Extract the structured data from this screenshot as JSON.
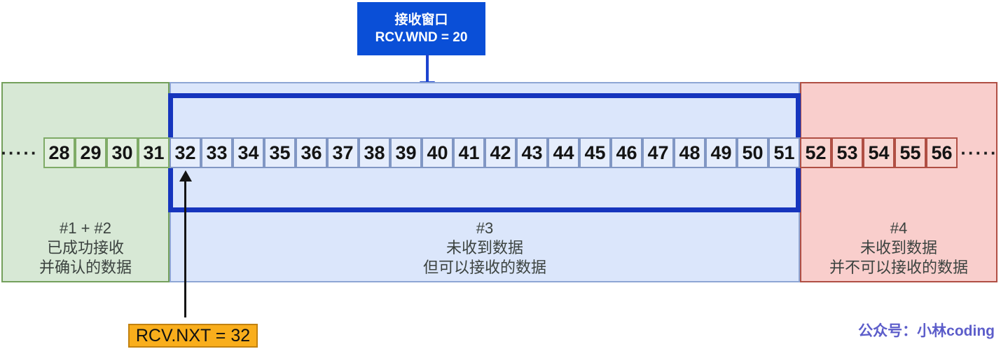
{
  "title_box": {
    "line1": "接收窗口",
    "line2": "RCV.WND = 20"
  },
  "sequence": {
    "segments": [
      {
        "kind": "green",
        "values": [
          "28",
          "29",
          "30",
          "31"
        ]
      },
      {
        "kind": "blue",
        "values": [
          "32",
          "33",
          "34",
          "35",
          "36",
          "37",
          "38",
          "39",
          "40",
          "41",
          "42",
          "43",
          "44",
          "45",
          "46",
          "47",
          "48",
          "49",
          "50",
          "51"
        ]
      },
      {
        "kind": "red",
        "values": [
          "52",
          "53",
          "54",
          "55",
          "56"
        ]
      }
    ],
    "ellipsis_left": "·····",
    "ellipsis_right": "·····"
  },
  "regions": {
    "acked": {
      "tag": "#1 + #2",
      "line2": "已成功接收",
      "line3": "并确认的数据"
    },
    "receivable": {
      "tag": "#3",
      "line2": "未收到数据",
      "line3": "但可以接收的数据"
    },
    "not_receivable": {
      "tag": "#4",
      "line2": "未收到数据",
      "line3": "并不可以接收的数据"
    }
  },
  "pointer_label": "RCV.NXT = 32",
  "watermark": "公众号：小林coding",
  "colors": {
    "box_blue": "#0a4fd7",
    "arrow_blue": "#1c43cf",
    "window_border": "#1635bd",
    "green_fill": "#d7e8d5",
    "green_border": "#74a05c",
    "green_cell_fill": "#e2efdf",
    "green_cell_border": "#7fab67",
    "blue_fill": "#dbe6fb",
    "blue_border": "#8ea6d4",
    "blue_cell_fill": "#e5edfc",
    "blue_cell_border": "#8197c4",
    "red_fill": "#f9cecc",
    "red_border": "#b04f44",
    "red_cell_fill": "#f9d4d0",
    "red_cell_border": "#b04f44",
    "orange_fill": "#f9ae1c",
    "orange_border": "#c28210",
    "label_text": "#3b423f",
    "watermark": "#5c5dca"
  }
}
